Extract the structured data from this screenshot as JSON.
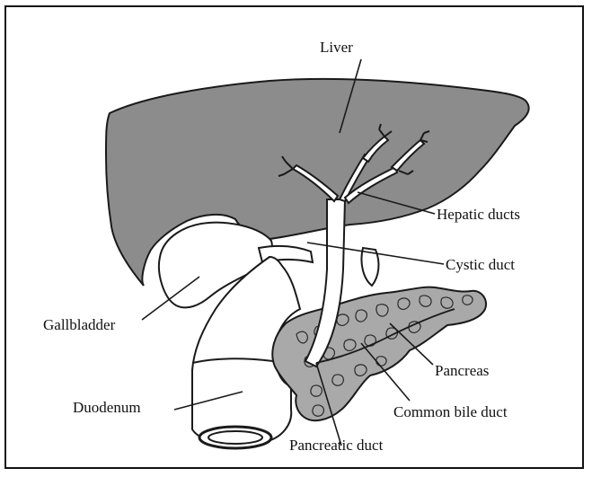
{
  "diagram": {
    "labels": {
      "liver": "Liver",
      "hepatic_ducts": "Hepatic ducts",
      "cystic_duct": "Cystic duct",
      "gallbladder": "Gallbladder",
      "pancreas": "Pancreas",
      "duodenum": "Duodenum",
      "common_bile_duct": "Common bile duct",
      "pancreatic_duct": "Pancreatic duct"
    },
    "colors": {
      "liver_fill": "#8c8c8c",
      "pancreas_fill": "#a9a9a9",
      "outline": "#1a1a1a",
      "organ_fill": "#ffffff"
    }
  }
}
